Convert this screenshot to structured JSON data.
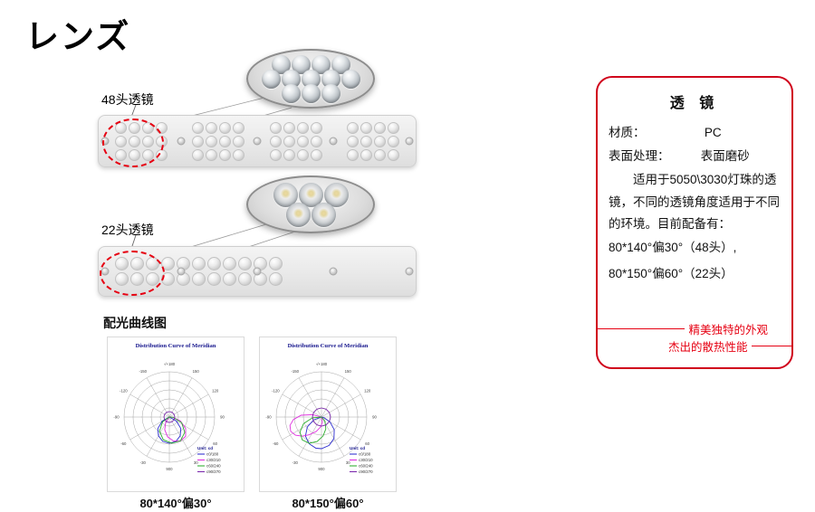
{
  "page": {
    "title": "レンズ"
  },
  "modules": [
    {
      "label": "48头透镜",
      "rows": 3,
      "cols": 16,
      "group_size": 4,
      "lens_size": "sm"
    },
    {
      "label": "22头透镜",
      "rows": 2,
      "cols": 11,
      "group_size": 0,
      "lens_size": "lg"
    }
  ],
  "callouts": [
    {
      "dome_rows": [
        4,
        5,
        3
      ],
      "style": "plain"
    },
    {
      "dome_rows": [
        3,
        2
      ],
      "style": "led"
    }
  ],
  "section": {
    "curves_title": "配光曲线图"
  },
  "info_box": {
    "title": "透 镜",
    "rows": [
      {
        "label": "材质：",
        "value": "PC"
      },
      {
        "label": "表面处理：",
        "value": "表面磨砂"
      }
    ],
    "paragraph": "适用于5050\\3030灯珠的透镜，不同的透镜角度适用于不同的环境。目前配备有：",
    "options": [
      "80*140°偏30°（48头）,",
      "80*150°偏60°（22头）"
    ],
    "footer_line1": "精美独特的外观",
    "footer_line2": "杰出的散热性能",
    "accent_color": "#e60012",
    "border_color": "#d0021b"
  },
  "chart_data": [
    {
      "type": "polar",
      "title": "Distribution Curve of Meridian",
      "caption": "80*140°偏30°",
      "unit_label": "Unit: cd",
      "max_label": "900",
      "rings": 5,
      "angles": [
        {
          "deg": 180,
          "label": "-/+180"
        },
        {
          "deg": -150,
          "label": "-150"
        },
        {
          "deg": 150,
          "label": "150"
        },
        {
          "deg": -120,
          "label": "-120"
        },
        {
          "deg": 120,
          "label": "120"
        },
        {
          "deg": -90,
          "label": "-90"
        },
        {
          "deg": 90,
          "label": "90"
        },
        {
          "deg": -60,
          "label": "-60"
        },
        {
          "deg": 60,
          "label": "60"
        },
        {
          "deg": -30,
          "label": "-30"
        },
        {
          "deg": 30,
          "label": "30"
        }
      ],
      "legend": [
        {
          "name": "c0/180",
          "color": "#2222cc"
        },
        {
          "name": "c30/210",
          "color": "#dd22dd"
        },
        {
          "name": "c60/240",
          "color": "#22aa22"
        },
        {
          "name": "c90/270",
          "color": "#7722aa"
        }
      ],
      "series": [
        {
          "name": "c0/180",
          "color": "#2222cc",
          "points": [
            [
              -75,
              0
            ],
            [
              -60,
              0.18
            ],
            [
              -45,
              0.36
            ],
            [
              -30,
              0.48
            ],
            [
              -15,
              0.56
            ],
            [
              0,
              0.58
            ],
            [
              15,
              0.56
            ],
            [
              30,
              0.48
            ],
            [
              45,
              0.36
            ],
            [
              60,
              0.18
            ],
            [
              75,
              0
            ]
          ]
        },
        {
          "name": "c30/210",
          "color": "#dd22dd",
          "points": [
            [
              -50,
              0
            ],
            [
              -35,
              0.14
            ],
            [
              -20,
              0.3
            ],
            [
              -5,
              0.44
            ],
            [
              10,
              0.54
            ],
            [
              25,
              0.58
            ],
            [
              40,
              0.56
            ],
            [
              55,
              0.44
            ],
            [
              70,
              0.26
            ],
            [
              85,
              0.08
            ],
            [
              90,
              0
            ]
          ]
        },
        {
          "name": "c60/240",
          "color": "#22aa22",
          "points": [
            [
              -75,
              0
            ],
            [
              -55,
              0.18
            ],
            [
              -35,
              0.38
            ],
            [
              -15,
              0.52
            ],
            [
              5,
              0.58
            ],
            [
              25,
              0.58
            ],
            [
              45,
              0.48
            ],
            [
              65,
              0.3
            ],
            [
              85,
              0.08
            ],
            [
              90,
              0
            ]
          ]
        },
        {
          "name": "c90/270",
          "color": "#7722aa",
          "points": [
            [
              -180,
              0.12
            ],
            [
              -150,
              0.12
            ],
            [
              -120,
              0.12
            ],
            [
              -90,
              0.12
            ],
            [
              -60,
              0.12
            ],
            [
              -30,
              0.12
            ],
            [
              0,
              0.12
            ],
            [
              30,
              0.12
            ],
            [
              60,
              0.12
            ],
            [
              90,
              0.12
            ],
            [
              120,
              0.12
            ],
            [
              150,
              0.12
            ],
            [
              180,
              0.12
            ]
          ]
        }
      ]
    },
    {
      "type": "polar",
      "title": "Distribution Curve of Meridian",
      "caption": "80*150°偏60°",
      "unit_label": "Unit: cd",
      "max_label": "900",
      "rings": 5,
      "angles": [
        {
          "deg": 180,
          "label": "-/+180"
        },
        {
          "deg": -150,
          "label": "-150"
        },
        {
          "deg": 150,
          "label": "150"
        },
        {
          "deg": -120,
          "label": "-120"
        },
        {
          "deg": 120,
          "label": "120"
        },
        {
          "deg": -90,
          "label": "-90"
        },
        {
          "deg": 90,
          "label": "90"
        },
        {
          "deg": -60,
          "label": "-60"
        },
        {
          "deg": 60,
          "label": "60"
        },
        {
          "deg": -30,
          "label": "-30"
        },
        {
          "deg": 30,
          "label": "30"
        }
      ],
      "legend": [
        {
          "name": "c0/180",
          "color": "#2222cc"
        },
        {
          "name": "c30/210",
          "color": "#dd22dd"
        },
        {
          "name": "c60/240",
          "color": "#22aa22"
        },
        {
          "name": "c90/270",
          "color": "#7722aa"
        }
      ],
      "series": [
        {
          "name": "c0/180",
          "color": "#2222cc",
          "points": [
            [
              -85,
              0
            ],
            [
              -70,
              0.18
            ],
            [
              -55,
              0.38
            ],
            [
              -40,
              0.55
            ],
            [
              -25,
              0.65
            ],
            [
              -10,
              0.7
            ],
            [
              0,
              0.7
            ],
            [
              15,
              0.65
            ],
            [
              30,
              0.55
            ],
            [
              45,
              0.4
            ],
            [
              60,
              0.22
            ],
            [
              75,
              0.06
            ],
            [
              85,
              0
            ]
          ]
        },
        {
          "name": "c30/210",
          "color": "#dd22dd",
          "points": [
            [
              -115,
              0
            ],
            [
              -105,
              0.2
            ],
            [
              -95,
              0.45
            ],
            [
              -85,
              0.62
            ],
            [
              -75,
              0.72
            ],
            [
              -65,
              0.75
            ],
            [
              -55,
              0.7
            ],
            [
              -45,
              0.6
            ],
            [
              -35,
              0.48
            ],
            [
              -20,
              0.34
            ],
            [
              -5,
              0.22
            ],
            [
              10,
              0.12
            ],
            [
              25,
              0
            ]
          ]
        },
        {
          "name": "c60/240",
          "color": "#22aa22",
          "points": [
            [
              -100,
              0
            ],
            [
              -85,
              0.2
            ],
            [
              -70,
              0.42
            ],
            [
              -55,
              0.58
            ],
            [
              -40,
              0.66
            ],
            [
              -25,
              0.64
            ],
            [
              -10,
              0.55
            ],
            [
              5,
              0.42
            ],
            [
              20,
              0.28
            ],
            [
              40,
              0.12
            ],
            [
              55,
              0
            ]
          ]
        },
        {
          "name": "c90/270",
          "color": "#7722aa",
          "points": [
            [
              -180,
              0.2
            ],
            [
              -150,
              0.2
            ],
            [
              -120,
              0.2
            ],
            [
              -90,
              0.2
            ],
            [
              -60,
              0.2
            ],
            [
              -30,
              0.2
            ],
            [
              0,
              0.2
            ],
            [
              30,
              0.2
            ],
            [
              60,
              0.2
            ],
            [
              90,
              0.2
            ],
            [
              120,
              0.2
            ],
            [
              150,
              0.2
            ],
            [
              180,
              0.2
            ]
          ]
        }
      ]
    }
  ]
}
